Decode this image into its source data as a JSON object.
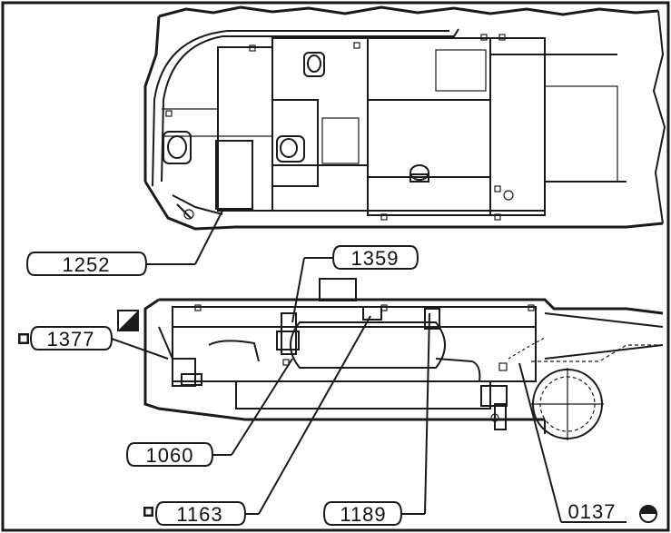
{
  "callouts": {
    "c1252": "1252",
    "c1359": "1359",
    "c1377": "1377",
    "c1060": "1060",
    "c1163": "1163",
    "c1189": "1189",
    "c0137": "0137"
  },
  "colors": {
    "ink": "#1a1a1a",
    "paper": "#ffffff"
  }
}
